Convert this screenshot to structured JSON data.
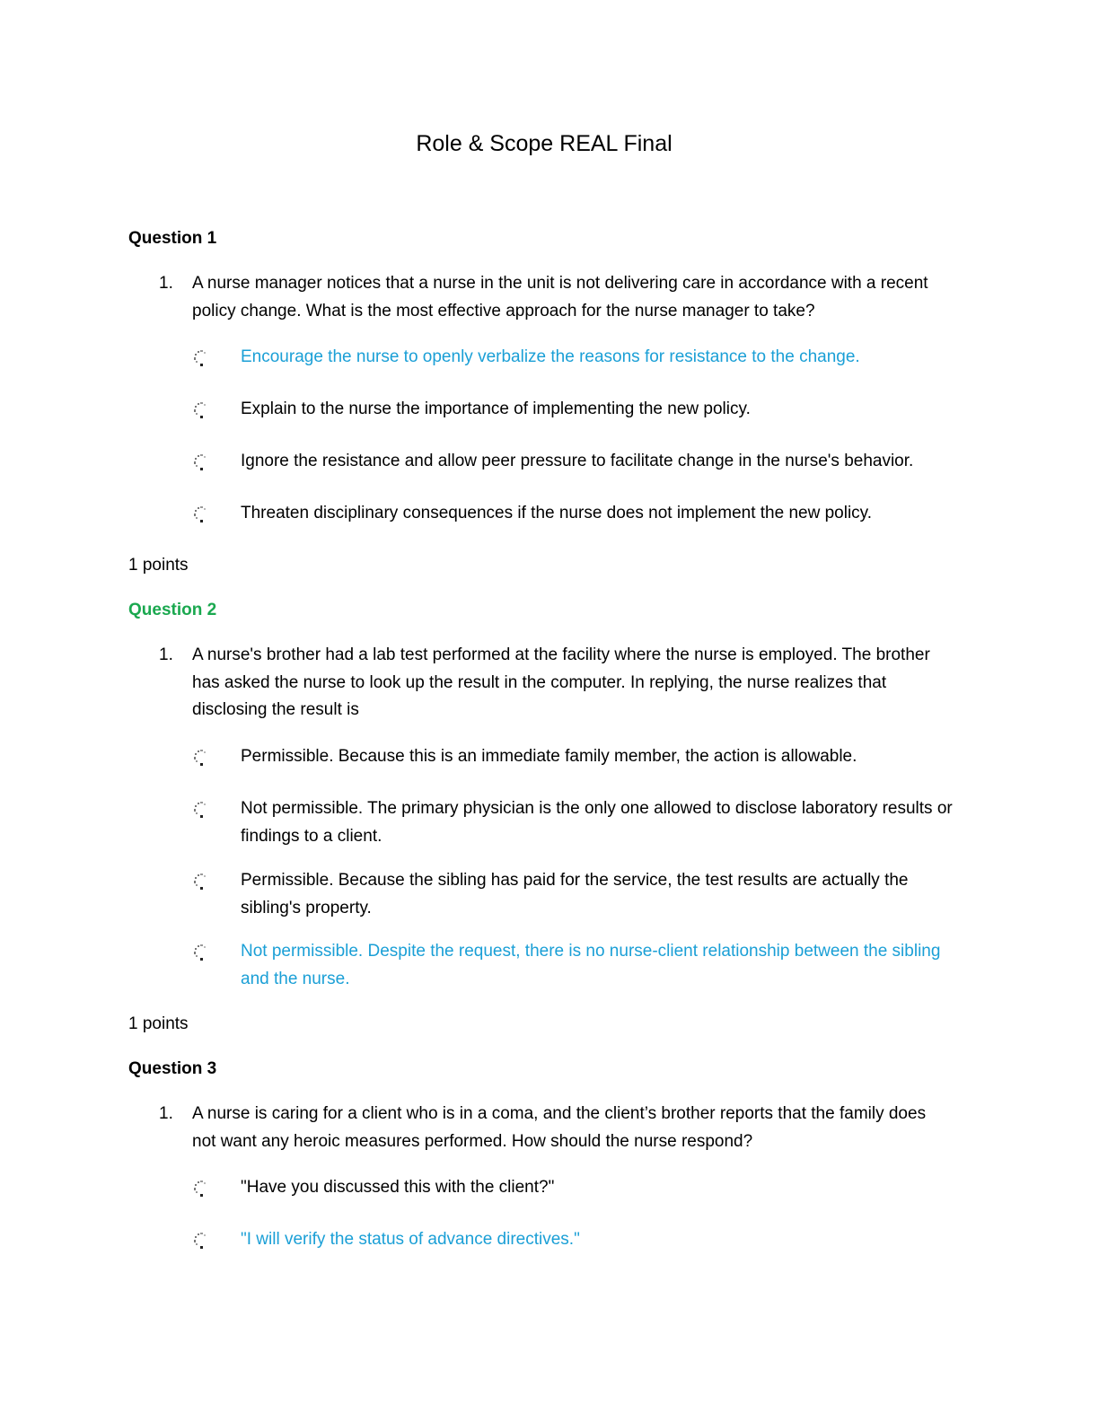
{
  "document": {
    "title": "Role & Scope REAL Final"
  },
  "colors": {
    "correct_answer": "#1a9fd6",
    "correct_heading": "#1aa84f",
    "text": "#000000"
  },
  "questions": [
    {
      "heading": "Question 1",
      "number": "1.",
      "stem": "A nurse manager notices that a nurse in the unit is not delivering care in accordance with a recent policy change. What is the most effective approach for the nurse manager to take?",
      "options": [
        {
          "text": "Encourage the nurse to openly verbalize the reasons for resistance to the change.",
          "correct": true
        },
        {
          "text": "Explain to the nurse the importance of implementing the new policy.",
          "correct": false
        },
        {
          "text": "Ignore the resistance and allow peer pressure to facilitate change in the nurse's behavior.",
          "correct": false
        },
        {
          "text": "Threaten disciplinary consequences if the nurse does not implement the new policy.",
          "correct": false
        }
      ],
      "points": "1 points"
    },
    {
      "heading": "Question 2",
      "number": "1.",
      "stem": "A nurse's brother had a lab test performed at the facility where the nurse is employed. The brother has asked the nurse to look up the result in the computer. In replying, the nurse realizes that disclosing the result is",
      "options": [
        {
          "text": "Permissible. Because this is an immediate family member, the action is allowable.",
          "correct": false
        },
        {
          "text": "Not permissible. The primary physician is the only one allowed to disclose laboratory results or findings to a client.",
          "correct": false
        },
        {
          "text": "Permissible. Because the sibling has paid for the service, the test results are actually the sibling's property.",
          "correct": false
        },
        {
          "text": "Not permissible. Despite the request, there is no nurse-client relationship between the sibling and the nurse.",
          "correct": true
        }
      ],
      "points": "1 points"
    },
    {
      "heading": "Question 3",
      "number": "1.",
      "stem": "A nurse is caring for a client who is in a coma, and the client’s brother reports that the family does not want any heroic measures performed. How should the nurse respond?",
      "options": [
        {
          "text": "\"Have you discussed this with the client?\"",
          "correct": false
        },
        {
          "text": "\"I will verify the status of advance directives.\"",
          "correct": true
        }
      ]
    }
  ]
}
